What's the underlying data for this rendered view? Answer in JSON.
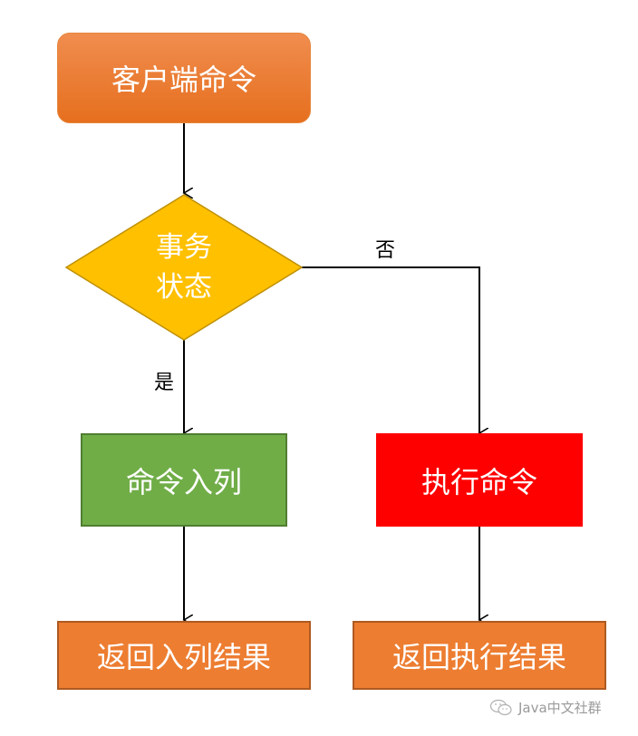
{
  "nodes": {
    "client_command": "客户端命令",
    "transaction_state_line1": "事务",
    "transaction_state_line2": "状态",
    "enqueue_command": "命令入列",
    "execute_command": "执行命令",
    "return_enqueue_result": "返回入列结果",
    "return_execute_result": "返回执行结果"
  },
  "edge_labels": {
    "yes": "是",
    "no": "否"
  },
  "watermark": {
    "text": "Java中文社群",
    "icon": "wechat-icon"
  },
  "colors": {
    "start": "#ED7D31",
    "decision": "#FFC000",
    "enqueue": "#70AD47",
    "execute": "#FF0000",
    "result": "#ED7D31"
  }
}
